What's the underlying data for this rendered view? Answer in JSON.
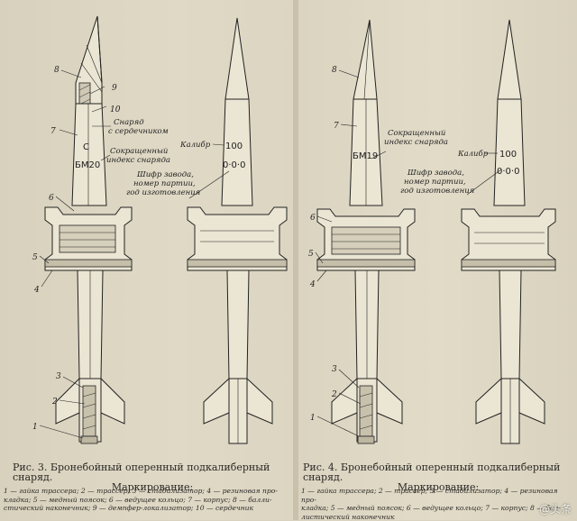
{
  "figure3": {
    "caption_title": "Рис. 3. Бронебойный оперенный подкалиберный снаряд.",
    "caption_sub": "Маркирование:",
    "legend_line1": "1 — гайка трассера; 2 — трассер; 3 — стабилизатор; 4 — резиновая про-",
    "legend_line2": "кладка; 5 — медный поясок; 6 — ведущее кольцо; 7 — корпус; 8 — балли-",
    "legend_line3": "стический наконечник; 9 — демпфер-локализатор; 10 — сердечник",
    "marking_index": "БМ20",
    "marking_c": "C",
    "marking_calibre": "100",
    "marking_lot": "0·0·0",
    "label_core": "Снаряд с сердечником",
    "label_core_l1": "Снаряд",
    "label_core_l2": "с сердечником",
    "label_index_l1": "Сокращенный",
    "label_index_l2": "индекс снаряда",
    "label_calibre": "Калибр",
    "label_lot_l1": "Шифр завода,",
    "label_lot_l2": "номер партии,",
    "label_lot_l3": "год изготовления",
    "part_numbers": [
      "1",
      "2",
      "3",
      "4",
      "5",
      "6",
      "7",
      "8",
      "9",
      "10"
    ]
  },
  "figure4": {
    "caption_title": "Рис. 4. Бронебойный оперенный подкалиберный снаряд.",
    "caption_sub": "Маркирование:",
    "legend_line1": "1 — гайка трассера; 2 — трассер; 3 — стабилизатор; 4 — резиновая про-",
    "legend_line2": "кладка; 5 — медный поясок; 6 — ведущее кольцо; 7 — корпус; 8 — бал-",
    "legend_line3": "листический наконечник",
    "marking_index": "БМ19",
    "marking_calibre": "100",
    "marking_lot": "0·0·0",
    "label_index_l1": "Сокращенный",
    "label_index_l2": "индекс снаряда",
    "label_calibre": "Калибр",
    "label_lot_l1": "Шифр завода,",
    "label_lot_l2": "номер партии,",
    "label_lot_l3": "год изготовления",
    "part_numbers": [
      "1",
      "2",
      "3",
      "4",
      "5",
      "6",
      "7",
      "8"
    ]
  },
  "watermark": "@头条"
}
